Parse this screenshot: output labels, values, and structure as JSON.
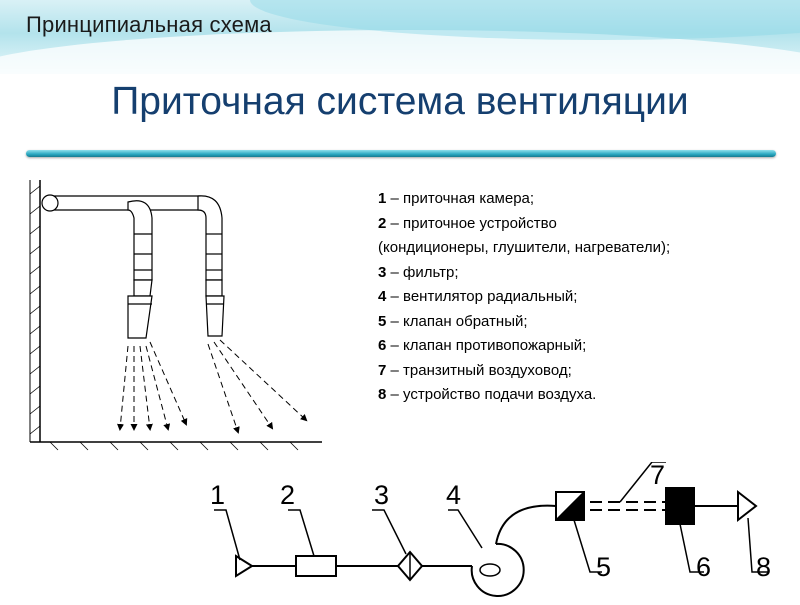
{
  "header": {
    "subtitle": "Принципиальная схема",
    "title": "Приточная система вентиляции"
  },
  "legend": {
    "items": [
      {
        "num": "1",
        "sep": " – ",
        "text": "приточная камера;"
      },
      {
        "num": "2",
        "sep": " – ",
        "text": "приточное устройство"
      },
      {
        "num": "",
        "sep": "",
        "text": "(кондиционеры, глушители, нагреватели);"
      },
      {
        "num": "3",
        "sep": " – ",
        "text": "фильтр;"
      },
      {
        "num": "4",
        "sep": " – ",
        "text": "вентилятор радиальный;"
      },
      {
        "num": "5",
        "sep": " – ",
        "text": "клапан обратный;"
      },
      {
        "num": "6",
        "sep": " – ",
        "text": "клапан противопожарный;"
      },
      {
        "num": "7",
        "sep": " – ",
        "text": "транзитный воздуховод;"
      },
      {
        "num": "8",
        "sep": " – ",
        "text": "устройство подачи воздуха."
      }
    ]
  },
  "schematic": {
    "callouts": [
      "1",
      "2",
      "3",
      "4",
      "5",
      "6",
      "7",
      "8"
    ]
  },
  "colors": {
    "title": "#153f6f",
    "rule": "#2aa8c0",
    "band": "#b3e3ec"
  }
}
